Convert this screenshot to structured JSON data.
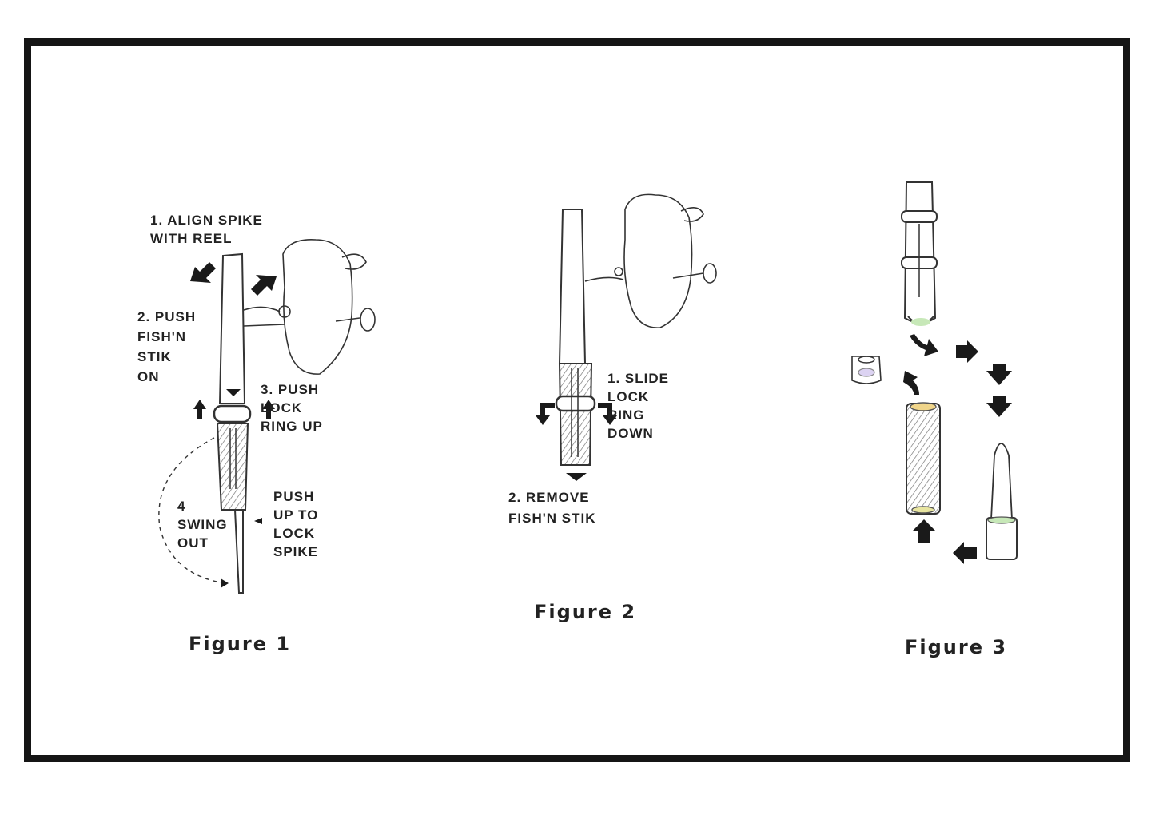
{
  "figures": [
    {
      "caption": "Figure 1",
      "labels": {
        "align": "1. ALIGN SPIKE\nWITH REEL",
        "push_on": "2. PUSH\nFISH'N\nSTIK\nON",
        "lock_ring_up": "3. PUSH\nLOCK\nRING UP",
        "swing_out": "4\nSWING\nOUT",
        "push_lock": "PUSH\nUP TO\nLOCK\nSPIKE"
      }
    },
    {
      "caption": "Figure 2",
      "labels": {
        "slide_down": "1. SLIDE\nLOCK\nRING\nDOWN",
        "remove": "2. REMOVE\nFISH'N STIK"
      }
    },
    {
      "caption": "Figure 3",
      "labels": {}
    }
  ],
  "icons": [
    "arrow-icon",
    "rod-icon",
    "reel-icon",
    "spike-icon",
    "lock-ring-icon",
    "cap-icon",
    "tube-icon",
    "sheath-icon"
  ],
  "colors": {
    "frame": "#151515",
    "ink": "#222222",
    "background": "#ffffff"
  }
}
